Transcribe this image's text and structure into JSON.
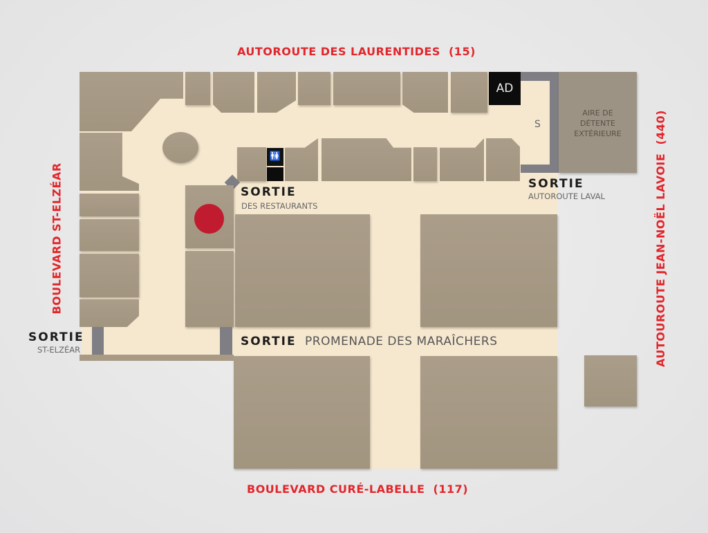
{
  "roads": {
    "north": "AUTOROUTE DES LAURENTIDES  (15)",
    "south": "BOULEVARD CURÉ-LABELLE  (117)",
    "west": "BOULEVARD ST-ELZÉAR",
    "east": "AUTOUROUTE JEAN-NOËL LAVOIE  (440)"
  },
  "exits": [
    {
      "label": "SORTIE",
      "sub": "DES RESTAURANTS"
    },
    {
      "label": "SORTIE",
      "sub": "AUTOROUTE LAVAL"
    },
    {
      "label": "SORTIE",
      "sub": "ST-ELZÉAR"
    },
    {
      "label": "SORTIE",
      "sub": "PROMENADE DES MARAÎCHERS"
    }
  ],
  "areas": {
    "ad": "AD",
    "s": "S",
    "rest_area": [
      "AIRE DE",
      "DÉTENTE",
      "EXTÉRIEURE"
    ]
  },
  "colors": {
    "road": "#e2262b",
    "marker": "#c01b2e",
    "store": "#a89a85",
    "floor": "#f6e8cf"
  }
}
